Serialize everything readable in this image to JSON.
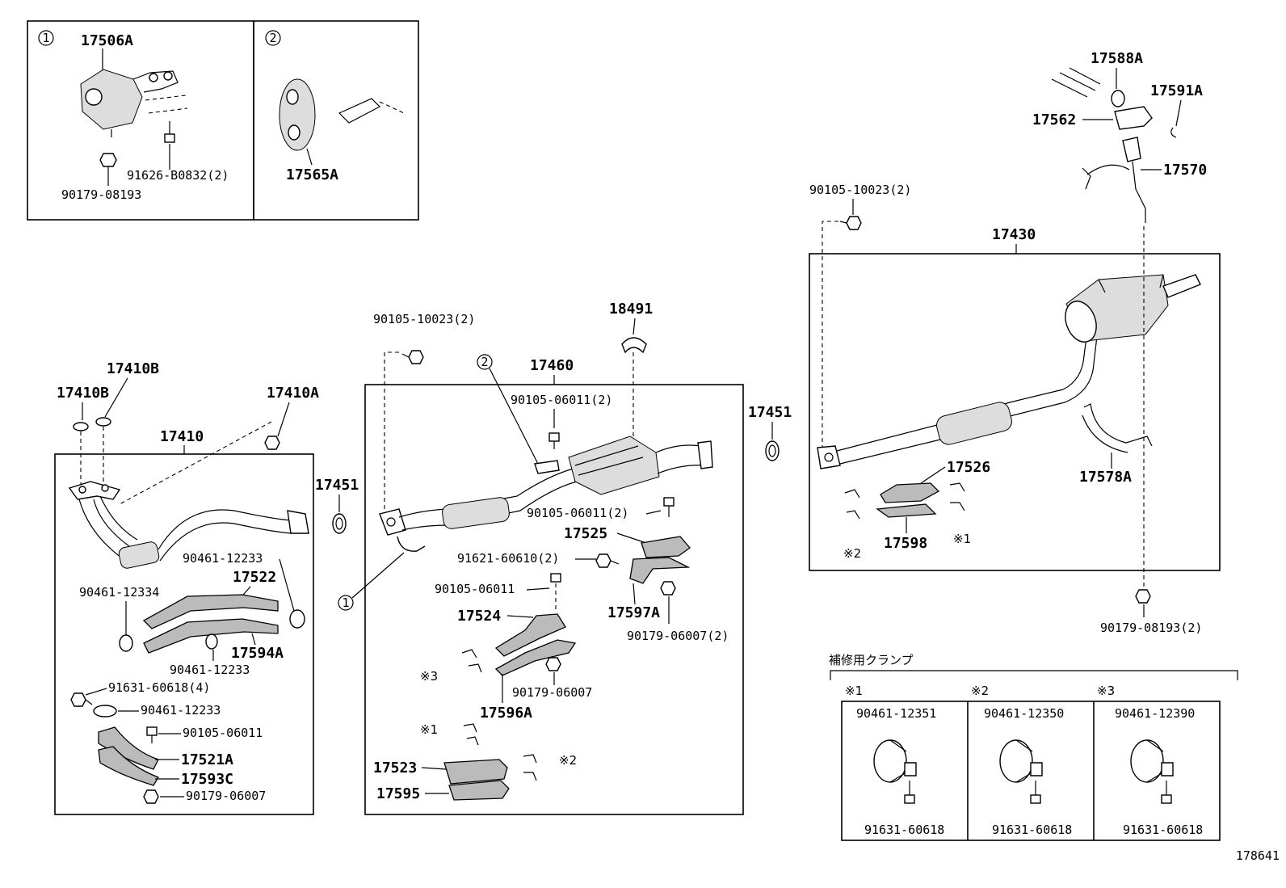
{
  "diagram_number": "178641",
  "inset_1": {
    "marker": "1",
    "parts": [
      "17506A",
      "91626-B0832(2)",
      "90179-08193"
    ]
  },
  "inset_2": {
    "marker": "2",
    "parts": [
      "17565A"
    ]
  },
  "front_pipe_group": {
    "title": "17410",
    "parts": [
      "17410B",
      "17410B",
      "17410A",
      "90461-12233",
      "17522",
      "90461-12334",
      "17594A",
      "90461-12233",
      "91631-60618(4)",
      "90461-12233",
      "90105-06011",
      "17521A",
      "17593C",
      "90179-06007"
    ]
  },
  "gasket_left": "17451",
  "center_pipe_group": {
    "title": "17460",
    "outside": [
      "90105-10023(2)",
      "18491"
    ],
    "parts": [
      "90105-06011(2)",
      "90105-06011(2)",
      "17525",
      "91621-60610(2)",
      "90105-06011",
      "17597A",
      "90179-06007(2)",
      "17524",
      "90179-06007",
      "17596A",
      "17523",
      "17595"
    ],
    "markers": [
      "1",
      "2"
    ],
    "ref_marks": [
      "※3",
      "※1",
      "※2"
    ]
  },
  "gasket_right": "17451",
  "tail_pipe_group": {
    "title": "17430",
    "outside": [
      "90105-10023(2)",
      "17588A",
      "17591A",
      "17562",
      "17570",
      "90179-08193(2)"
    ],
    "parts": [
      "17526",
      "17598",
      "17578A"
    ],
    "ref_marks": [
      "※2",
      "※1"
    ]
  },
  "repair_clamp": {
    "title": "補修用クランプ",
    "columns": [
      {
        "mark": "※1",
        "clamp": "90461-12351",
        "bolt": "91631-60618"
      },
      {
        "mark": "※2",
        "clamp": "90461-12350",
        "bolt": "91631-60618"
      },
      {
        "mark": "※3",
        "clamp": "90461-12390",
        "bolt": "91631-60618"
      }
    ]
  }
}
